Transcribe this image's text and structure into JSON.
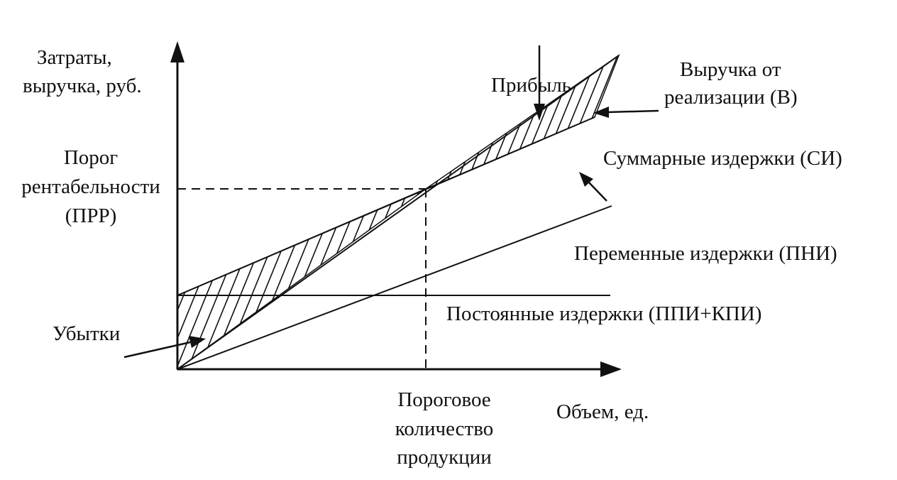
{
  "labels": {
    "y_axis_line1": "Затраты,",
    "y_axis_line2": "выручка, руб.",
    "threshold_line1": "Порог",
    "threshold_line2": "рентабельности",
    "threshold_line3": "(ПРР)",
    "profit": "Прибыль",
    "revenue_line1": "Выручка от",
    "revenue_line2": "реализации (В)",
    "total_costs": "Суммарные издержки (СИ)",
    "variable_costs": "Переменные издержки (ПНИ)",
    "fixed_costs": "Постоянные издержки (ППИ+КПИ)",
    "losses": "Убытки",
    "x_axis": "Объем, ед.",
    "breakeven_qty_line1": "Пороговое",
    "breakeven_qty_line2": "количество",
    "breakeven_qty_line3": "продукции"
  }
}
